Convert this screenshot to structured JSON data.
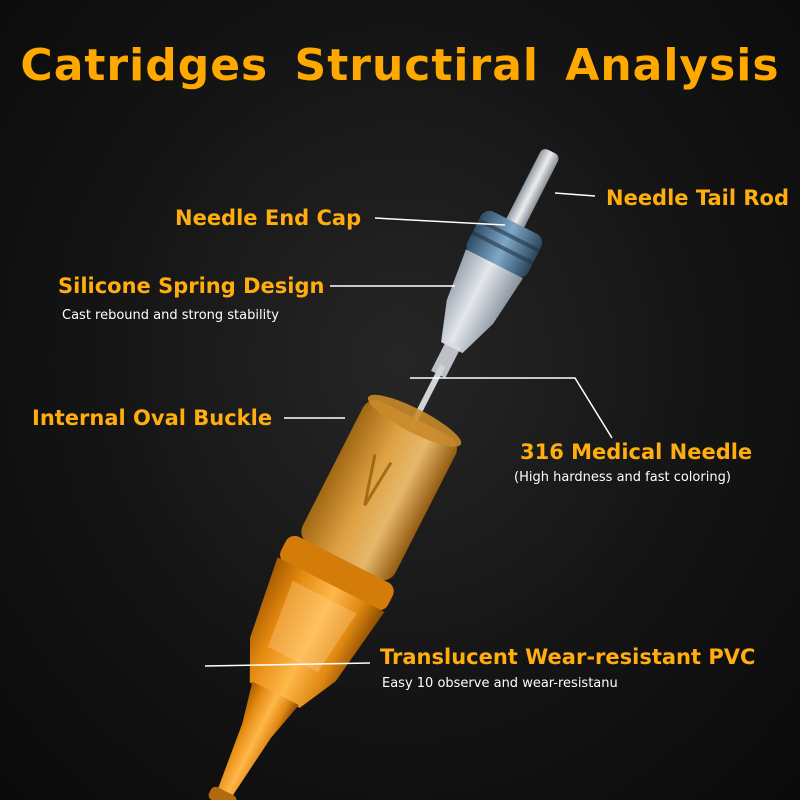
{
  "title": "Catridges Structiral Analysis",
  "colors": {
    "accent": "#ffa900",
    "text_secondary": "#ffffff",
    "leader_line": "#ffffff",
    "background": "#141414"
  },
  "callouts": {
    "needle_tail_rod": {
      "label": "Needle Tail Rod"
    },
    "needle_end_cap": {
      "label": "Needle End Cap"
    },
    "silicone_spring": {
      "label": "Silicone Spring Design",
      "description": "Cast rebound and strong stability"
    },
    "internal_oval_buckle": {
      "label": "Internal Oval Buckle"
    },
    "medical_needle": {
      "label": "316 Medical Needle",
      "description": "(High hardness and fast coloring)"
    },
    "translucent_pvc": {
      "label": "Translucent Wear-resistant PVC",
      "description": "Easy 10 observe and wear-resistanu"
    }
  }
}
